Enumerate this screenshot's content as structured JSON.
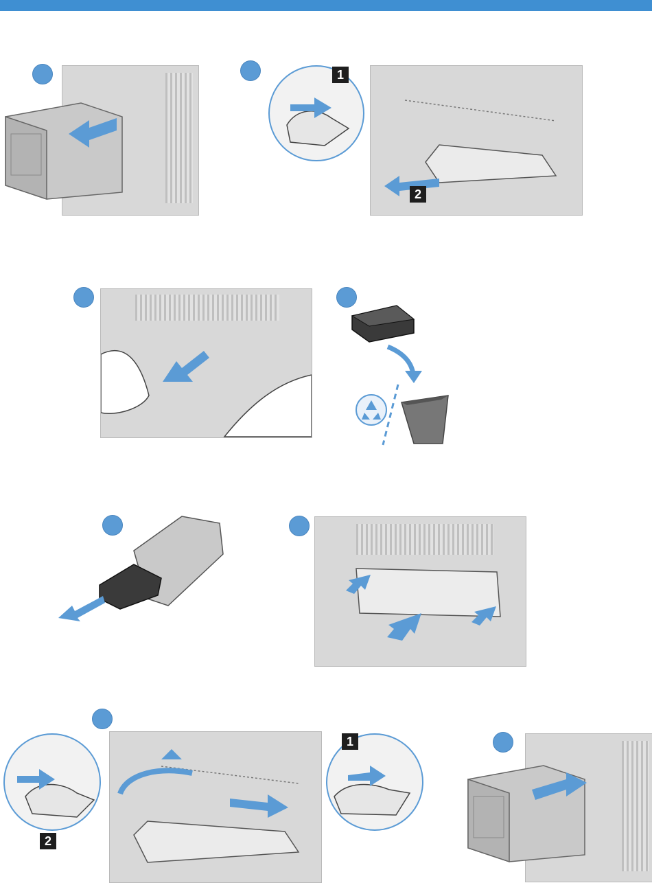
{
  "colors": {
    "accent": "#3f8fd2",
    "arrow": "#5b9bd5",
    "badge": "#5b9bd5",
    "callout": "#1e1e1e",
    "panel": "#d8d8d8"
  },
  "callouts": {
    "step2_one": "1",
    "step2_two": "2",
    "step7_one": "1",
    "step7_two": "2"
  },
  "icons": {
    "recycle": "recycle-icon",
    "trash": "trash-bin-icon"
  }
}
